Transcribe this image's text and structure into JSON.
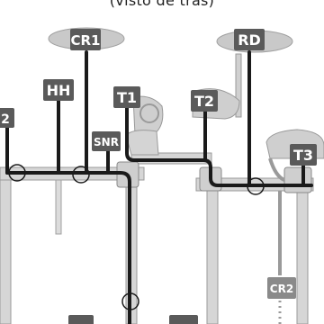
{
  "caption": "(visto de trás)",
  "labels": {
    "cr1": "CR1",
    "rd": "RD",
    "hh": "HH",
    "t1": "T1",
    "t2": "T2",
    "snr": "SNR",
    "t3": "T3",
    "cr2": "CR2",
    "cr2_partial": "2"
  },
  "colors": {
    "cable": "#1a1a1a",
    "label_box": "#5a5a5a",
    "label_text": "#ffffff",
    "cymbal": "#c9c9c9",
    "rack": "#d6d6d6",
    "rack_outline": "#9a9a9a",
    "cr2_cable": "#9a9a9a"
  }
}
